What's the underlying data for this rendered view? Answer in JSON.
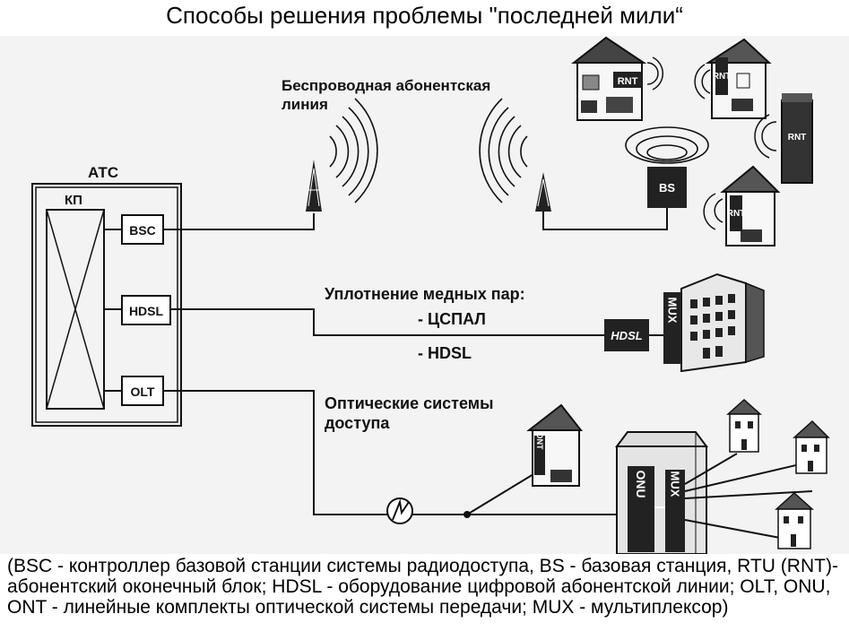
{
  "title": "Способы решения проблемы \"последней мили“",
  "exchange": {
    "atc_label": "АТС",
    "kp_label": "КП",
    "bsc_label": "BSC",
    "hdsl_label": "HDSL",
    "olt_label": "OLT"
  },
  "wireless": {
    "label_line1": "Беспроводная абонентская",
    "label_line2": "линия",
    "bs_label": "BS",
    "rnt_label": "RNT"
  },
  "copper": {
    "label_line1": "Уплотнение медных пар:",
    "label_line2": "- ЦСПАЛ",
    "label_line3": "- HDSL",
    "hdsl_box_label": "HDSL",
    "mux_label": "MUX"
  },
  "optical": {
    "label_line1": "Оптические системы",
    "label_line2": "доступа",
    "ont_label": "ONT",
    "onu_label": "ONU",
    "mux_label": "MUX"
  },
  "caption": "(BSC - контроллер базовой станции системы радиодоступа, BS - базовая станция, RTU (RNT)- абонентский оконечный блок; HDSL - оборудование цифровой абонентской линии; OLT, ONU, ONT - линейные комплекты оптической системы передачи; MUX - мультиплексор)"
}
